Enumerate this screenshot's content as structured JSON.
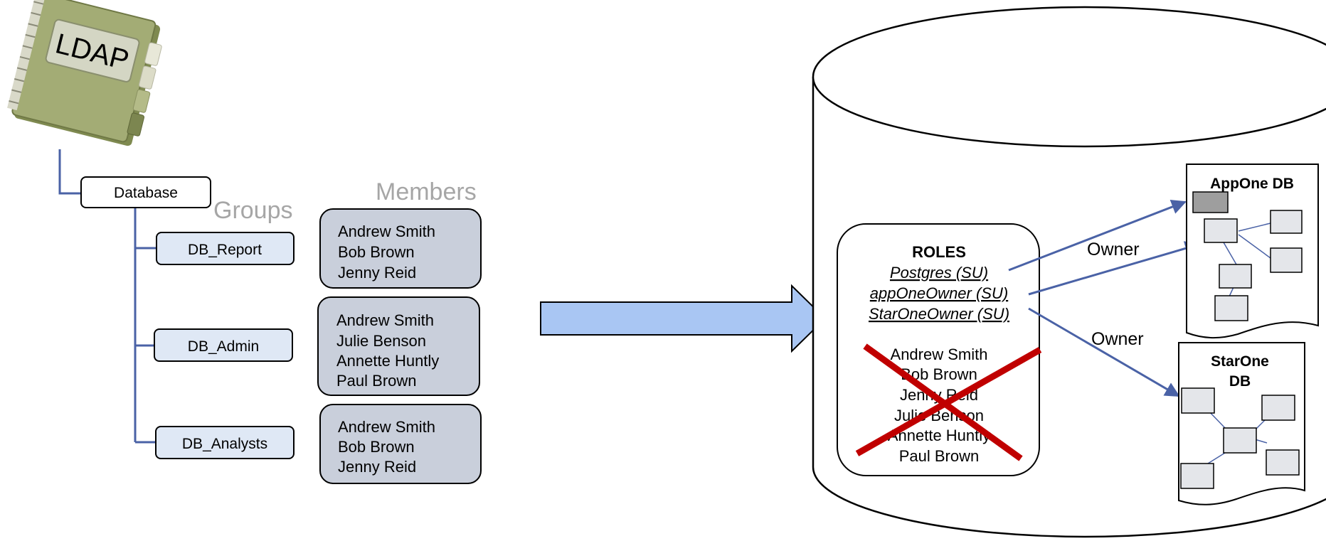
{
  "ldap": {
    "label": "LDAP"
  },
  "tree": {
    "root": "Database",
    "groups_heading": "Groups",
    "members_heading": "Members",
    "groups": [
      {
        "name": "DB_Report",
        "members": [
          "Andrew Smith",
          "Bob Brown",
          "Jenny Reid"
        ]
      },
      {
        "name": "DB_Admin",
        "members": [
          "Andrew Smith",
          "Julie Benson",
          "Annette Huntly",
          "Paul Brown"
        ]
      },
      {
        "name": "DB_Analysts",
        "members": [
          "Andrew Smith",
          "Bob Brown",
          "Jenny Reid"
        ]
      }
    ]
  },
  "roles": {
    "title": "ROLES",
    "superusers": [
      "Postgres (SU)",
      "appOneOwner (SU)",
      "StarOneOwner (SU)"
    ],
    "removed_members": [
      "Andrew Smith",
      "Bob Brown",
      "Jenny Reid",
      "Julie Benson",
      "Annette Huntly",
      "Paul Brown"
    ]
  },
  "databases": [
    {
      "title_lines": [
        "AppOne DB"
      ]
    },
    {
      "title_lines": [
        "StarOne",
        "DB"
      ]
    }
  ],
  "edges": {
    "owner_label_1": "Owner",
    "owner_label_2": "Owner"
  },
  "colors": {
    "tree_line": "#4a62a6",
    "group_fill": "#dfe8f5",
    "member_fill": "#c9cfdb",
    "arrow_fill": "#a9c6f3",
    "cross": "#c00000",
    "heading_gray": "#a6a6a6",
    "table_fill": "#e4e6ea",
    "table_dark": "#9e9e9e"
  }
}
